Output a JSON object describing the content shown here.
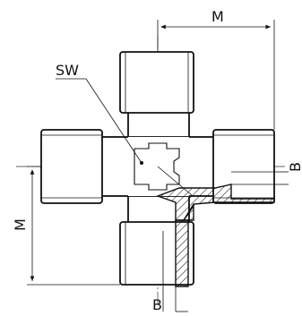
{
  "diagram": {
    "labels": {
      "m_top": "M",
      "m_left": "M",
      "sw": "SW",
      "b_right": "B",
      "b_bottom": "B"
    }
  }
}
